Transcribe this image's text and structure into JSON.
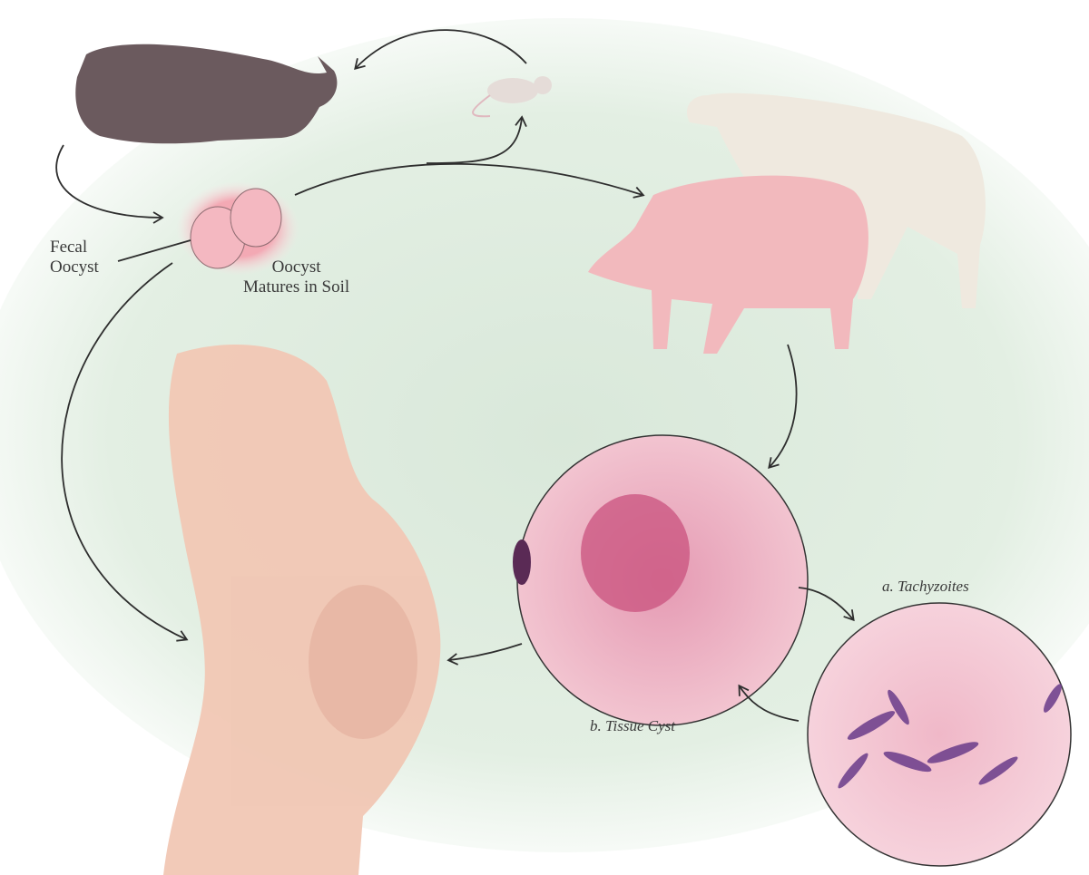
{
  "labels": {
    "fecal_oocyst_line1": "Fecal",
    "fecal_oocyst_line2": "Oocyst",
    "oocyst_soil_line1": "Oocyst",
    "oocyst_soil_line2": "Matures in Soil",
    "tachyzoites": "a. Tachyzoites",
    "tissue_cyst": "b. Tissue Cyst"
  },
  "colors": {
    "background_glow": "#dbe9dc",
    "arrow": "#2e2e2e",
    "cat": "#6b5a5e",
    "pig": "#f2b9bd",
    "sheep": "#efe9df",
    "human": "#f1c7b4",
    "tissue": "#e7a0b6",
    "stain": "#6a3c8a"
  }
}
